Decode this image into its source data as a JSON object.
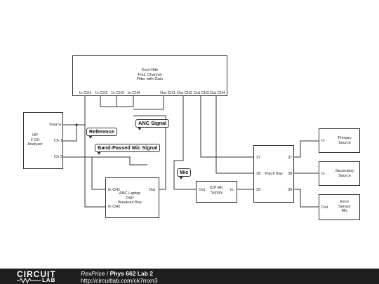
{
  "boxes": {
    "kron_hite": {
      "title_lines": [
        "Kron-Hite",
        "Four Channel",
        "Filter with Gain"
      ],
      "pins": {
        "in_ch1": "In CH1",
        "in_ch2": "In CH2",
        "in_ch3": "In CH3",
        "in_ch4": "In CH4",
        "out_ch1": "Out CH1",
        "out_ch2": "Out CH2",
        "out_ch3": "Out CH3",
        "out_ch4": "Out CH4"
      }
    },
    "hp_analyzer": {
      "title_lines": [
        "HP",
        "2 CH",
        "Analyzer"
      ],
      "pins": {
        "source": "Source",
        "ch1": "Ch 1",
        "ch2": "Ch 2"
      }
    },
    "anc_laptop": {
      "title_lines": [
        "ANC Laptop",
        "DSP",
        "Breakout Box"
      ],
      "pins": {
        "in_ch1": "In CH1",
        "in_ch2": "In CH2",
        "out": "Out"
      }
    },
    "icp_supply": {
      "title_lines": [
        "ICP Mic",
        "Supply"
      ],
      "pins": {
        "out": "Out",
        "in": "In"
      }
    },
    "patch_bay": {
      "title": "Patch Bay",
      "pins": {
        "l37": "37",
        "l38": "38",
        "l39": "39",
        "r37": "37",
        "r38": "38",
        "r39": "39"
      }
    },
    "primary_source": {
      "title_lines": [
        "Primary",
        "Source"
      ],
      "pin": "In"
    },
    "secondary_source": {
      "title_lines": [
        "Secondary",
        "Source"
      ],
      "pin": "In"
    },
    "error_mic": {
      "title_lines": [
        "Error",
        "Sensor",
        "Mic"
      ],
      "pin": "Out"
    }
  },
  "tags": {
    "reference": "Reference",
    "anc_signal": "ANC Signal",
    "band_passed": "Band-Passed Mic Signal",
    "mic": "Mic"
  },
  "footer": {
    "logo_top": "CIRCUIT",
    "logo_bottom": "LAB",
    "author": "RexPrice",
    "separator": " / ",
    "project": "Phys 662 Lab 2",
    "url": "http://circuitlab.com/ck7mxn3"
  }
}
